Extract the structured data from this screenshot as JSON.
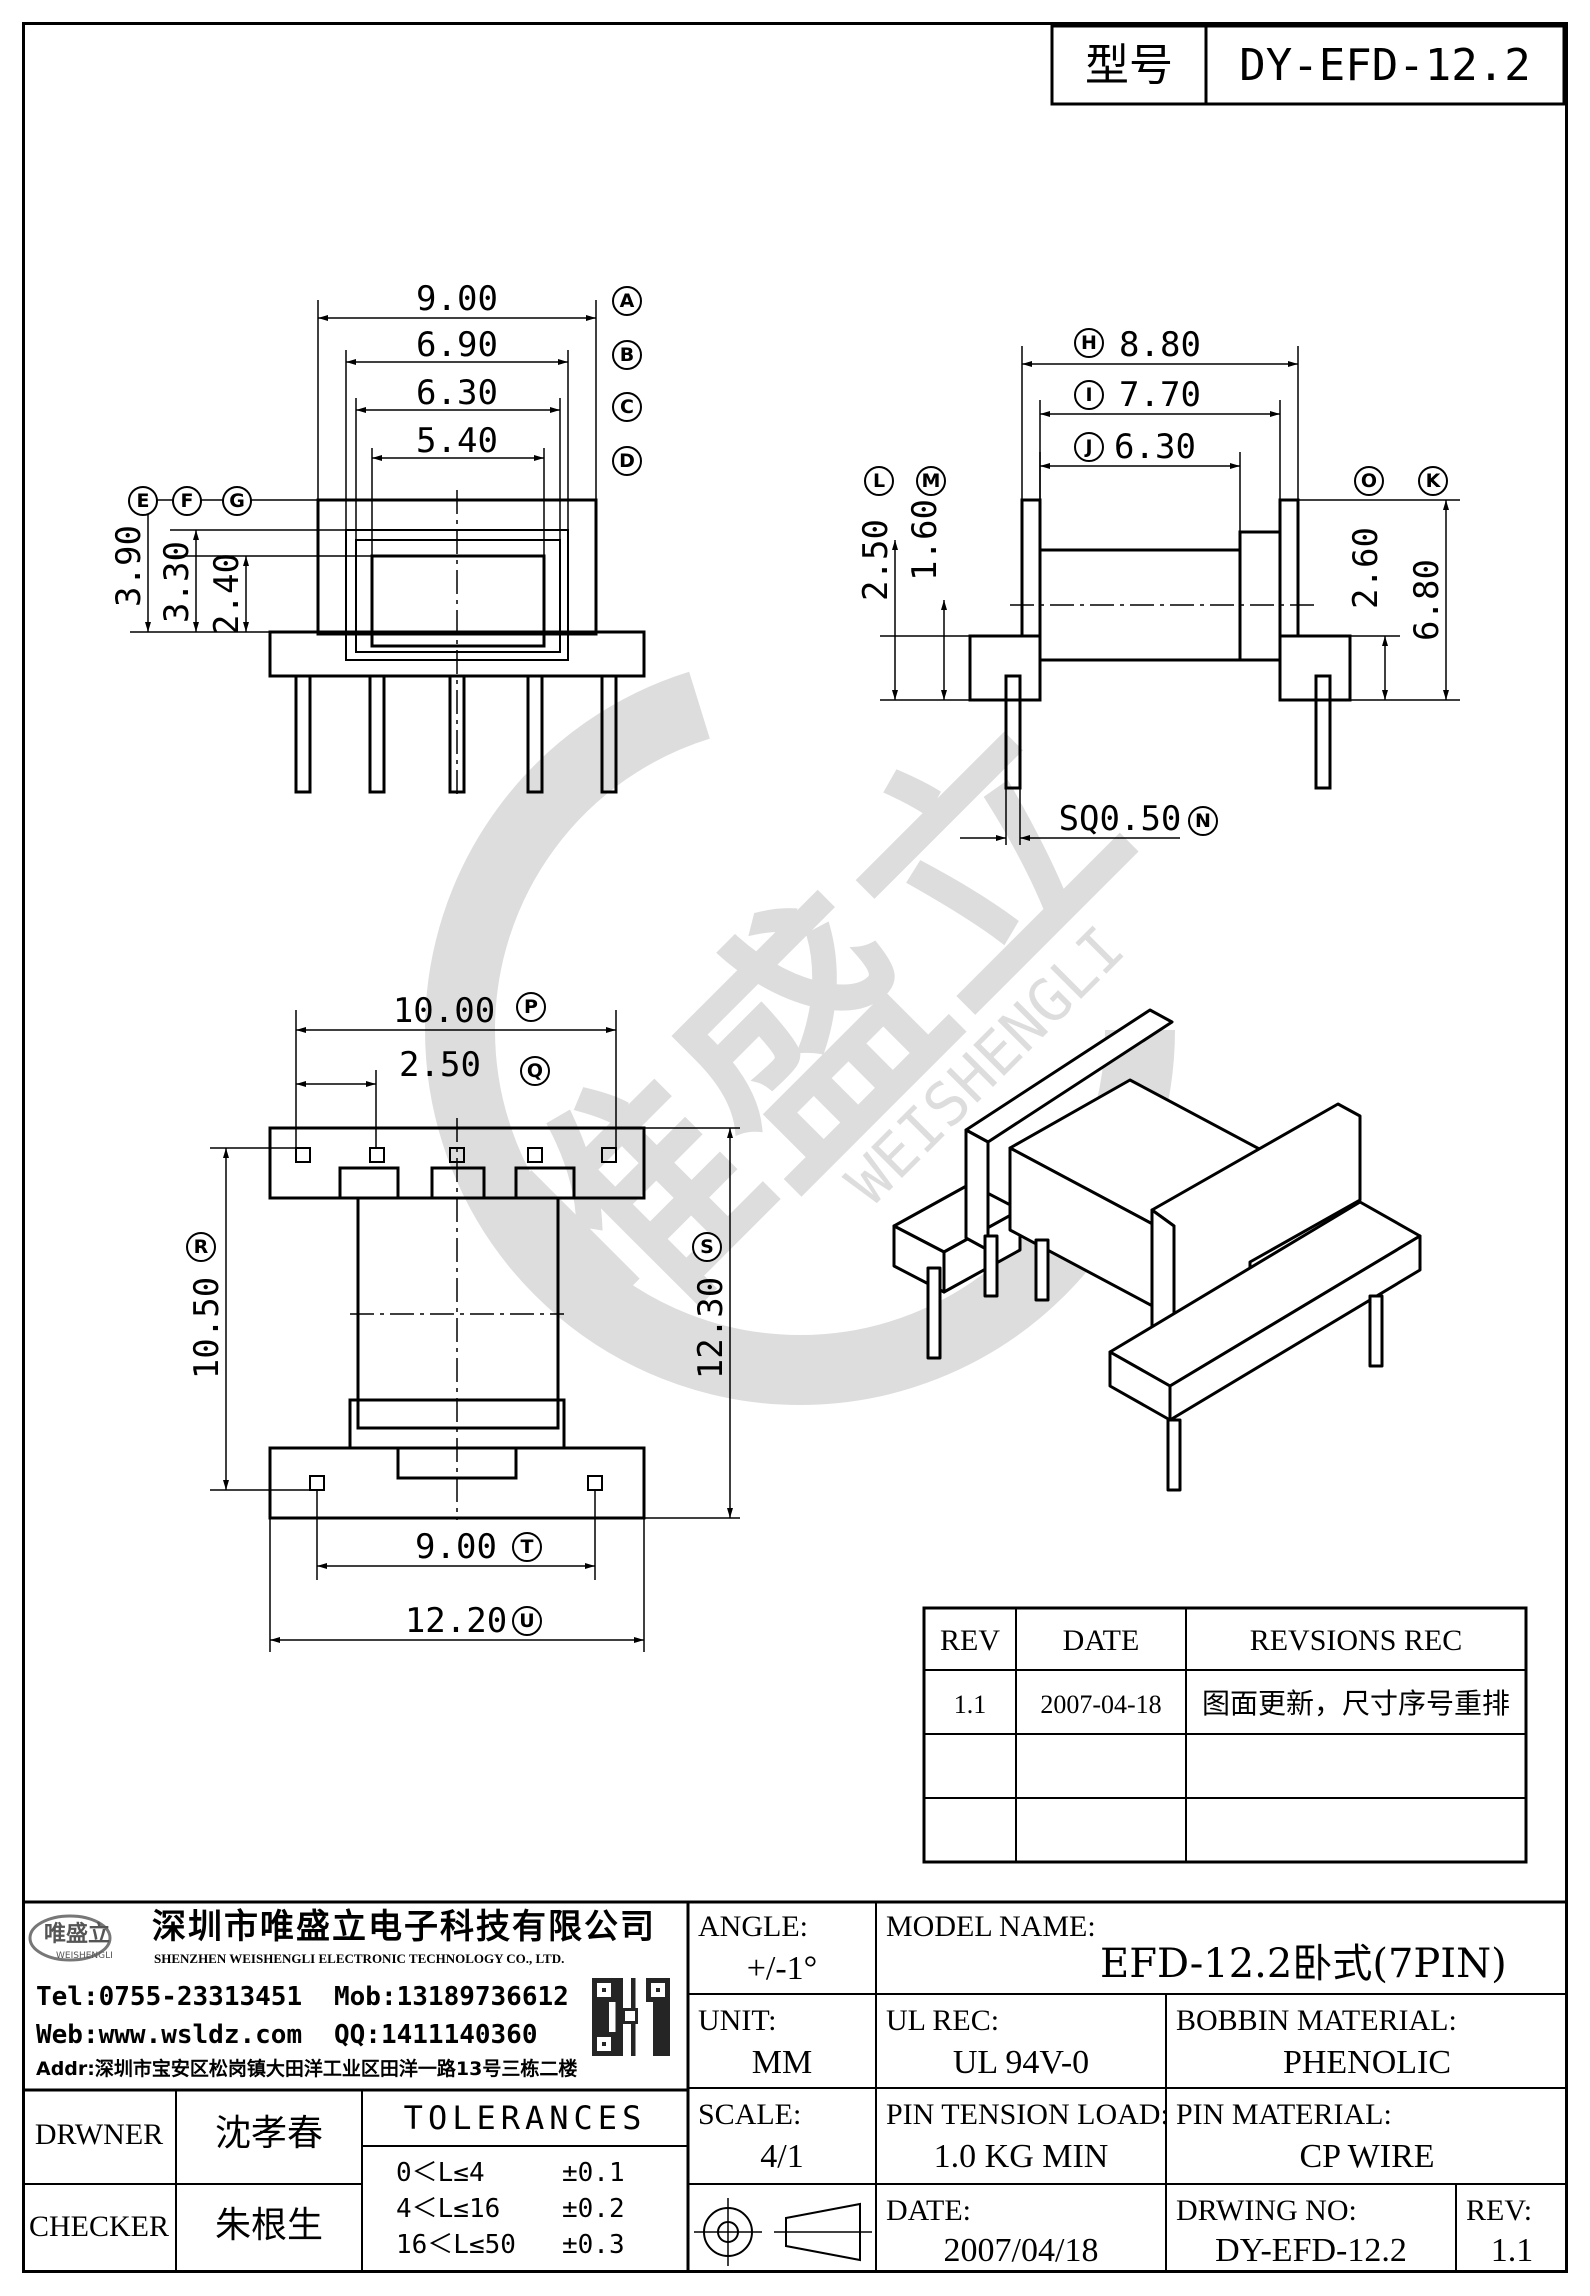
{
  "model_box": {
    "label": "型号",
    "value": "DY-EFD-12.2"
  },
  "dimensions": {
    "A": "9.00",
    "B": "6.90",
    "C": "6.30",
    "D": "5.40",
    "E": "3.90",
    "F": "3.30",
    "G": "2.40",
    "H": "8.80",
    "I": "7.70",
    "J": "6.30",
    "L": "2.50",
    "M": "1.60",
    "O": "2.60",
    "K": "6.80",
    "N": "SQ0.50",
    "P": "10.00",
    "Q": "2.50",
    "R": "10.50",
    "S": "12.30",
    "T": "9.00",
    "U": "12.20"
  },
  "dimension_letters": [
    "A",
    "B",
    "C",
    "D",
    "E",
    "F",
    "G",
    "H",
    "I",
    "J",
    "L",
    "M",
    "O",
    "K",
    "N",
    "P",
    "Q",
    "R",
    "S",
    "T",
    "U"
  ],
  "watermark": {
    "logo_text": "唯盛立",
    "latin": "WEISHENGLI"
  },
  "revisions": {
    "headers": [
      "REV",
      "DATE",
      "REVSIONS REC"
    ],
    "rows": [
      [
        "1.1",
        "2007-04-18",
        "图面更新，尺寸序号重排"
      ],
      [
        "",
        "",
        ""
      ],
      [
        "",
        "",
        ""
      ]
    ]
  },
  "company": {
    "logo": "唯盛立",
    "logo_sub": "WEISHENGLI",
    "name_cn": "深圳市唯盛立电子科技有限公司",
    "name_en": "SHENZHEN WEISHENGLI ELECTRONIC TECHNOLOGY CO., LTD.",
    "tel": "Tel:0755-23313451",
    "mob": "Mob:13189736612",
    "web": "Web:www.wsldz.com",
    "qq": "QQ:1411140360",
    "addr": "Addr:深圳市宝安区松岗镇大田洋工业区田洋一路13号三栋二楼"
  },
  "people": {
    "drawer_label": "DRWNER",
    "drawer": "沈孝春",
    "checker_label": "CHECKER",
    "checker": "朱根生"
  },
  "tolerances": {
    "title": "TOLERANCES",
    "rows": [
      [
        "0＜L≤4",
        "±0.1"
      ],
      [
        "4＜L≤16",
        "±0.2"
      ],
      [
        "16＜L≤50",
        "±0.3"
      ]
    ]
  },
  "title_block": {
    "angle_label": "ANGLE:",
    "angle": "+/-1°",
    "unit_label": "UNIT:",
    "unit": "MM",
    "scale_label": "SCALE:",
    "scale": "4/1",
    "model_label": "MODEL NAME:",
    "model": "EFD-12.2卧式(7PIN)",
    "ul_label": "UL REC:",
    "ul": "UL 94V-0",
    "bobbin_label": "BOBBIN MATERIAL:",
    "bobbin": "PHENOLIC",
    "tension_label": "PIN TENSION LOAD:",
    "tension": "1.0 KG MIN",
    "pin_label": "PIN MATERIAL:",
    "pin": "CP WIRE",
    "date_label": "DATE:",
    "date": "2007/04/18",
    "dwg_label": "DRWING NO:",
    "dwg": "DY-EFD-12.2",
    "rev_label": "REV:",
    "rev": "1.1"
  }
}
